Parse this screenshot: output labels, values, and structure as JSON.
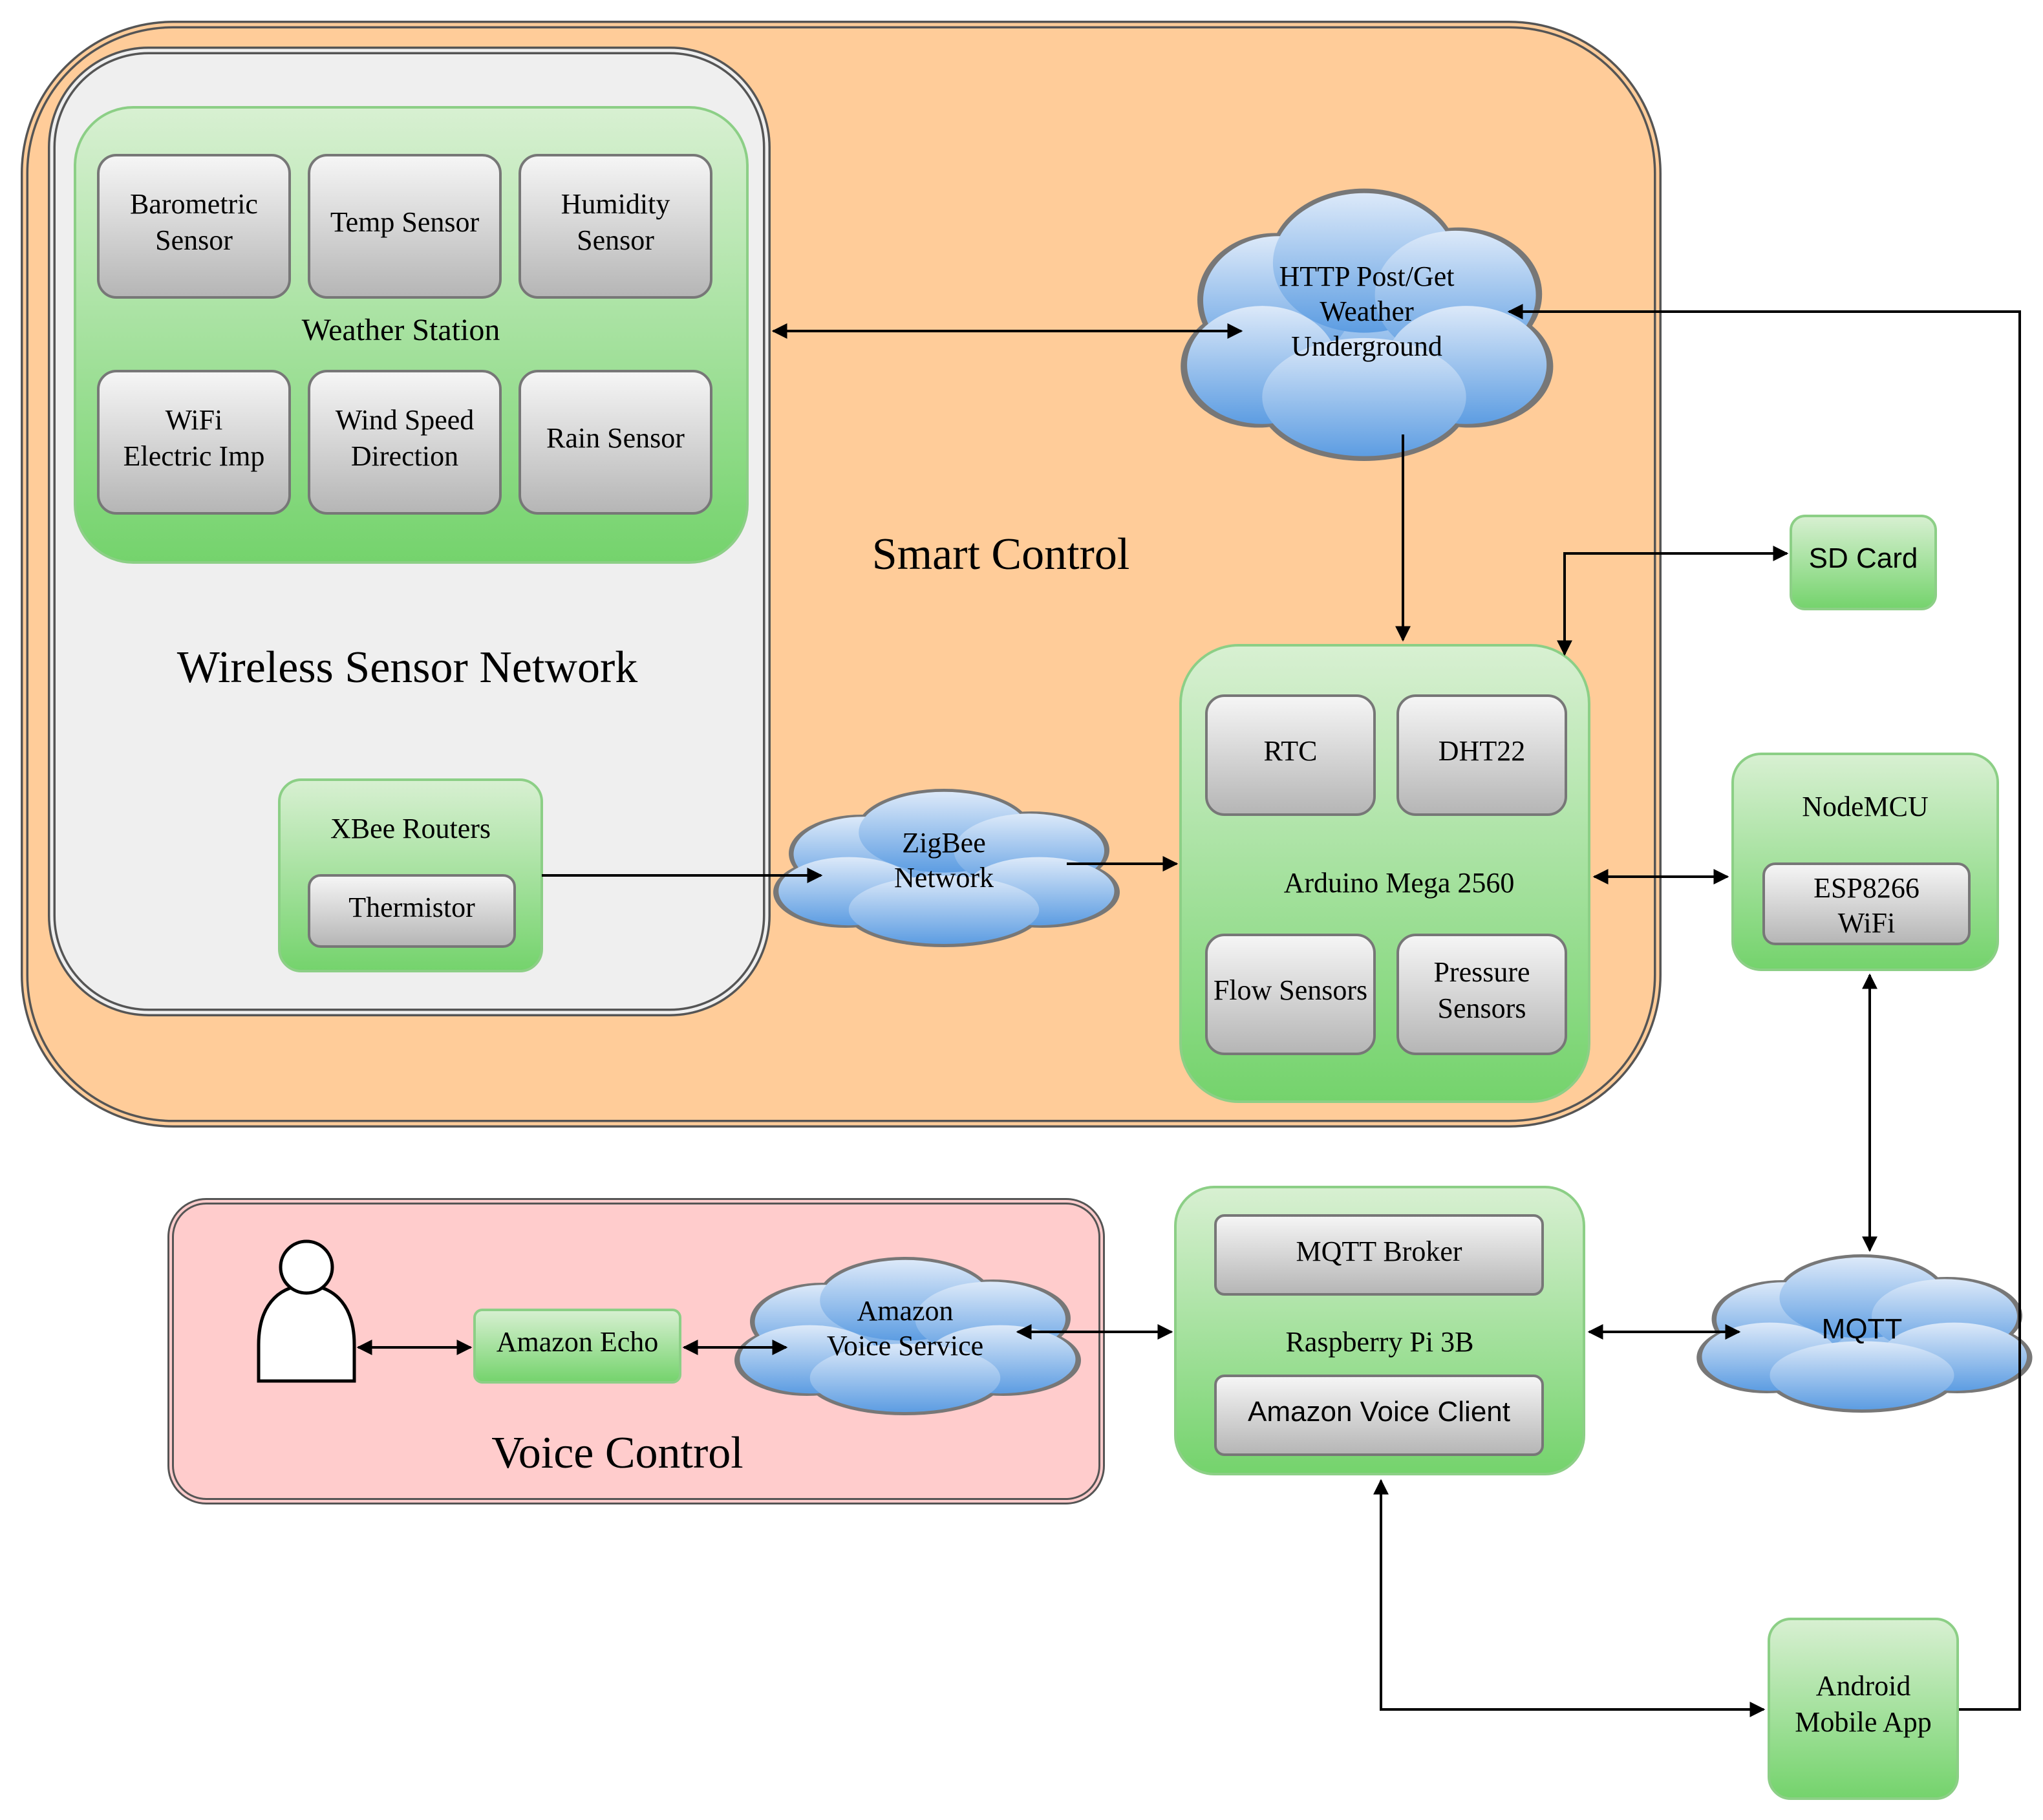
{
  "groups": {
    "smart_control": "Smart Control",
    "wireless_sensor_network": "Wireless Sensor Network",
    "voice_control": "Voice Control"
  },
  "weather_station": {
    "label": "Weather Station",
    "sensors": {
      "barometric": [
        "Barometric",
        "Sensor"
      ],
      "temp": [
        "Temp Sensor"
      ],
      "humidity": [
        "Humidity",
        "Sensor"
      ],
      "wifi": [
        "WiFi",
        "Electric Imp"
      ],
      "wind": [
        "Wind Speed",
        "Direction"
      ],
      "rain": [
        "Rain Sensor"
      ]
    }
  },
  "xbee": {
    "label": "XBee Routers",
    "thermistor": "Thermistor"
  },
  "clouds": {
    "http": [
      "HTTP Post/Get",
      "Weather",
      "Underground"
    ],
    "zigbee": [
      "ZigBee",
      "Network"
    ],
    "mqtt": [
      "MQTT"
    ],
    "avs": [
      "Amazon",
      "Voice Service"
    ]
  },
  "sd_card": "SD Card",
  "arduino": {
    "label": "Arduino Mega 2560",
    "rtc": "RTC",
    "dht22": "DHT22",
    "flow": "Flow Sensors",
    "pressure": [
      "Pressure",
      "Sensors"
    ]
  },
  "nodemcu": {
    "label": "NodeMCU",
    "esp": [
      "ESP8266",
      "WiFi"
    ]
  },
  "raspberry": {
    "label": "Raspberry Pi 3B",
    "broker": "MQTT Broker",
    "voice_client": "Amazon Voice Client"
  },
  "amazon_echo": "Amazon Echo",
  "android_app": [
    "Android",
    "Mobile App"
  ],
  "user_icon": "person-icon",
  "colors": {
    "smart_fill": "#ffcc99",
    "wsn_fill": "#efefef",
    "voice_fill": "#ffcccc",
    "green_top": "#d8f0d2",
    "green_bottom": "#74d36c",
    "gray_top": "#f6f6f6",
    "gray_bottom": "#b5b5b5",
    "cloud_top": "#dce9f9",
    "cloud_bottom": "#5d9de2"
  }
}
